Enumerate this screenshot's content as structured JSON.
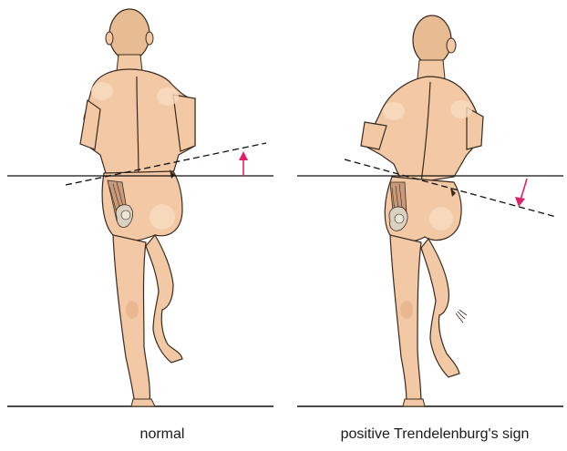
{
  "captions": {
    "left": "normal",
    "right": "positive Trendelenburg's sign"
  },
  "colors": {
    "skin": "#f2c9a4",
    "skin_shade": "#e3ad86",
    "outline": "#3a2a20",
    "hair": "#e7bc92",
    "arrow": "#e0206a",
    "line": "#111111",
    "bone": "#d9d2c2"
  },
  "panels": [
    {
      "name": "normal",
      "pelvis_tilt": "raised on swing side",
      "arrow_direction": "up"
    },
    {
      "name": "positive-trendelenburg",
      "pelvis_tilt": "dropped on swing side",
      "arrow_direction": "down"
    }
  ]
}
